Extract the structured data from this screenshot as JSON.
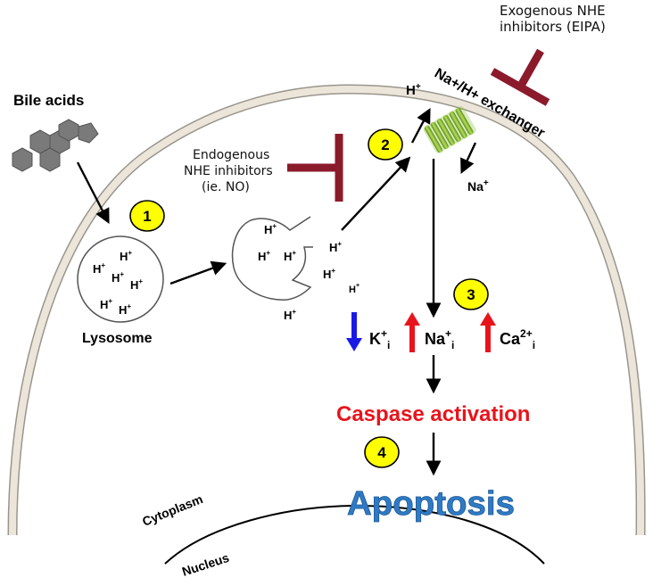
{
  "labels": {
    "bile_acids": "Bile acids",
    "lysosome": "Lysosome",
    "endogenous_line1": "Endogenous",
    "endogenous_line2": "NHE inhibitors",
    "endogenous_line3": "(ie. NO)",
    "exogenous_line1": "Exogenous      NHE",
    "exogenous_line2": "inhibitors (EIPA)",
    "exchanger": "Na+/H+ exchanger",
    "h_out": "H",
    "na_out": "Na",
    "caspase": "Caspase activation",
    "apoptosis": "Apoptosis",
    "cytoplasm": "Cytoplasm",
    "nucleus": "Nucleus",
    "ion_k": "K",
    "ion_na": "Na",
    "ion_ca": "Ca",
    "ion_ca_charge": "2+",
    "plus": "+",
    "sub_i": "i"
  },
  "proton": {
    "symbol": "H",
    "charge": "+"
  },
  "steps": [
    "1",
    "2",
    "3",
    "4"
  ],
  "colors": {
    "inhibitor": "#8b1a2b",
    "exchanger": "#8dc63f",
    "step_badge": "#ffff00",
    "caspase": "#e8141c",
    "apoptosis": "#2f7ac4",
    "up_arrow": "#e8141c",
    "down_arrow": "#1a1ae6",
    "membrane": "#ece6da",
    "bile_acid": "#7a7a7a"
  },
  "icons": [
    "bile-acid-molecule-icon",
    "inhibitor-t-bar-icon",
    "exchanger-coil-icon",
    "up-arrow-icon",
    "down-arrow-icon"
  ]
}
